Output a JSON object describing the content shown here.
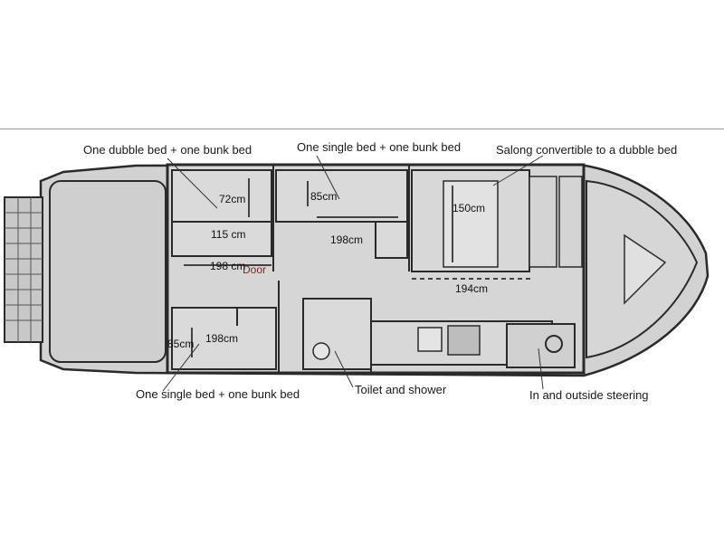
{
  "labels": {
    "top_left": "One dubble bed + one bunk bed",
    "top_mid": "One single bed + one bunk bed",
    "top_right": "Salong convertible to a dubble bed",
    "bottom_left": "One single bed + one bunk bed",
    "bottom_mid": "Toilet and shower",
    "bottom_right": "In and outside steering"
  },
  "dimensions": {
    "d72": "72cm",
    "d115": "115 cm",
    "d198a": "198 cm",
    "d85a": "85cm",
    "d198b": "198cm",
    "d150": "150cm",
    "d194": "194cm",
    "d85b": "85cm",
    "d198c": "198cm"
  },
  "door": "Door",
  "colors": {
    "hull_fill": "#d2d2d2",
    "line": "#2a2a2a",
    "background": "#ffffff",
    "door_text": "#7a2a1a"
  }
}
